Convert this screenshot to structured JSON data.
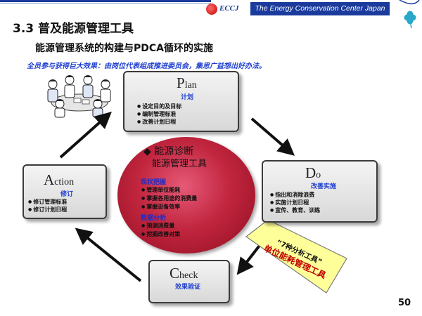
{
  "header": {
    "logo_text": "ECCJ",
    "banner": "The Energy Conservation Center Japan"
  },
  "title": "3.3  普及能源管理工具",
  "subtitle": "能源管理系统的构建与PDCA循环的实施",
  "subline": "全员参与获得巨大效果：由岗位代表组成推进委员会，集思广益想出好办法。",
  "plan": {
    "initial": "P",
    "rest": "lan",
    "label": "计划",
    "items": [
      "设定目的及目标",
      "编制管理标准",
      "改善计划日程"
    ]
  },
  "do": {
    "initial": "D",
    "rest": "o",
    "label": "改善实施",
    "items": [
      "指出和消除浪费",
      "实施计划日程",
      "宣传、教育、训练"
    ]
  },
  "check": {
    "initial": "C",
    "rest": "heck",
    "label": "效果验证"
  },
  "action": {
    "initial": "A",
    "rest": "ction",
    "label": "修订",
    "items": [
      "修订管理标准",
      "修订计划日程"
    ]
  },
  "center": {
    "heading1": "◆ 能源诊断",
    "heading2": "能源管理工具",
    "section1": "现状把握",
    "items1": [
      "管理单位能耗",
      "掌握各用途的消费量",
      "掌握设备效率"
    ],
    "section2": "数据分析",
    "items2": [
      "预测消费量",
      "挖掘改善对策"
    ]
  },
  "tag": {
    "line1": "“7种分析工具”",
    "line2": "单位能耗管理工具"
  },
  "page_number": "50",
  "colors": {
    "navy": "#1a3a9c",
    "blue_text": "#1f3fd0",
    "circle_red": "#c2263f",
    "tag_yellow": "#ffff99",
    "tag_red_text": "#c00000"
  }
}
